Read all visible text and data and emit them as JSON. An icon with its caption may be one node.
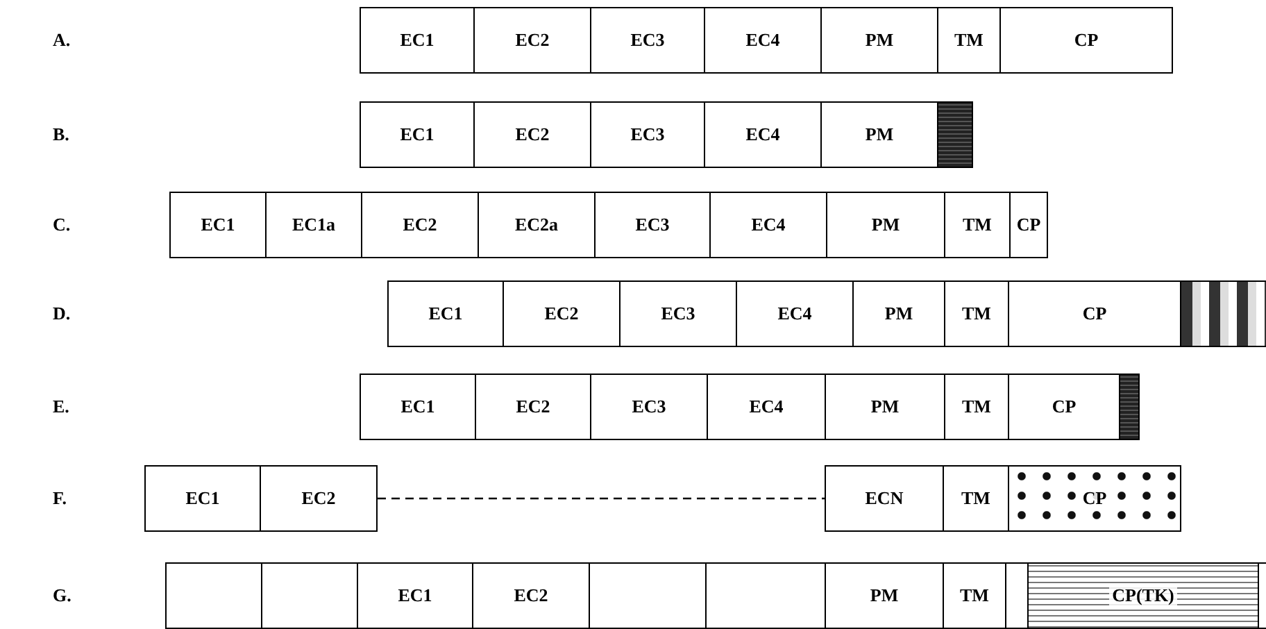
{
  "diagram": {
    "nodes": [
      {
        "text": [
          "EC1"
        ]
      },
      {
        "text": [
          "EC2"
        ]
      },
      {
        "text": [
          "EC3"
        ]
      },
      {
        "text": [
          "EC4"
        ]
      },
      {
        "text": [
          "PM"
        ]
      },
      {
        "text": [
          "TM"
        ]
      },
      {
        "text": [
          "CP"
        ]
      },
      {
        "text": [
          "EC1"
        ]
      },
      {
        "text": [
          "EC2"
        ]
      },
      {
        "text": [
          "EC3"
        ]
      },
      {
        "text": [
          "EC4"
        ]
      },
      {
        "text": [
          "PM"
        ]
      },
      {
        "text": [],
        "shape": "bar"
      },
      {
        "text": [
          "EC1"
        ]
      },
      {
        "text": [
          "EC1a"
        ]
      },
      {
        "text": [
          "EC2"
        ]
      },
      {
        "text": [
          "EC2a"
        ]
      },
      {
        "text": [
          "EC3"
        ]
      },
      {
        "text": [
          "EC4"
        ]
      },
      {
        "text": [
          "PM"
        ]
      },
      {
        "text": [
          "TM"
        ]
      },
      {
        "text": [
          "CP"
        ]
      },
      {
        "text": [
          "EC1"
        ]
      },
      {
        "text": [
          "EC2"
        ]
      },
      {
        "text": [
          "EC3"
        ]
      },
      {
        "text": [
          "EC4"
        ]
      },
      {
        "text": [
          "PM"
        ]
      },
      {
        "text": [
          "TM"
        ]
      },
      {
        "text": [
          "CP"
        ]
      },
      {
        "text": [],
        "shape": "bar"
      },
      {
        "text": [
          "EC1"
        ]
      },
      {
        "text": [
          "EC2"
        ]
      },
      {
        "text": [
          "EC3"
        ]
      },
      {
        "text": [
          "EC4"
        ]
      },
      {
        "text": [
          "PM"
        ]
      },
      {
        "text": [
          "TM"
        ]
      },
      {
        "text": [
          "CP"
        ]
      },
      {
        "text": [],
        "shape": "bar"
      },
      {
        "text": [
          "EC1"
        ]
      },
      {
        "text": [
          "EC2"
        ]
      },
      {
        "text": [
          "ECN"
        ]
      },
      {
        "text": [
          "TM"
        ]
      },
      {
        "text": [
          "CP"
        ]
      },
      {
        "text": [],
        "shape": "box"
      },
      {
        "text": [],
        "shape": "box"
      },
      {
        "text": [
          "EC1"
        ]
      },
      {
        "text": [
          "EC2"
        ]
      },
      {
        "text": [],
        "shape": "box"
      },
      {
        "text": [],
        "shape": "box"
      },
      {
        "text": [
          "PM"
        ]
      },
      {
        "text": [
          "TM"
        ]
      },
      {
        "text": [],
        "shape": "box"
      },
      {
        "text": [
          "CP(TK)"
        ]
      },
      {
        "text": [],
        "shape": "box"
      }
    ],
    "edges": [
      {
        "from": 39,
        "to": 40,
        "arrow": "none",
        "style": "dashed"
      }
    ],
    "labels": [
      "A.",
      "B.",
      "C.",
      "D.",
      "E.",
      "F.",
      "G."
    ]
  }
}
